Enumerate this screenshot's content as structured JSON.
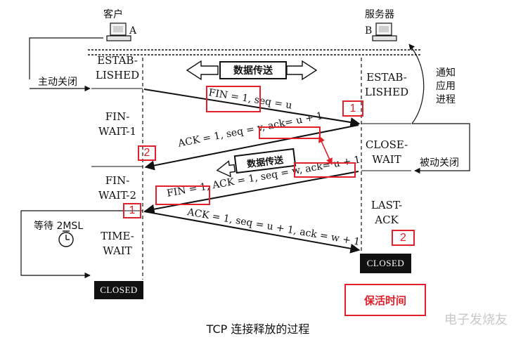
{
  "header": {
    "client": "客户",
    "server": "服务器",
    "host_a": "A",
    "host_b": "B"
  },
  "left_labels": {
    "active_close": "主动关闭",
    "wait_2msl": "等待 2MSL"
  },
  "right_labels": {
    "notify_app_line1": "通知",
    "notify_app_line2": "应用",
    "notify_app_line3": "进程",
    "passive_close": "被动关闭"
  },
  "client_states": {
    "established_1": "ESTAB-",
    "established_2": "LISHED",
    "finwait1_1": "FIN-",
    "finwait1_2": "WAIT-1",
    "finwait2_1": "FIN-",
    "finwait2_2": "WAIT-2",
    "timewait_1": "TIME-",
    "timewait_2": "WAIT",
    "closed": "CLOSED"
  },
  "server_states": {
    "established_1": "ESTAB-",
    "established_2": "LISHED",
    "closewait_1": "CLOSE-",
    "closewait_2": "WAIT",
    "lastack_1": "LAST-",
    "lastack_2": "ACK",
    "closed": "CLOSED"
  },
  "data_transfer_1": "数据传送",
  "data_transfer_2": "数据传送",
  "messages": {
    "fin1": "FIN = 1, seq = u",
    "ack1_part1": "ACK = 1, seq = v,",
    "ack1_part2": "ack= u + 1",
    "fin2_part1": "FIN = 1,",
    "fin2_part2": "ACK = 1, seq = w,",
    "fin2_part3": "ack= u + 1",
    "ack2": "ACK = 1, seq = u + 1, ack = w + 1"
  },
  "annotations": {
    "n1_server": "1",
    "n2_client": "2",
    "n1_client": "1",
    "n2_server": "2",
    "keepalive": "保活时间"
  },
  "caption": "TCP 连接释放的过程",
  "watermark": "电子发烧友",
  "colors": {
    "annotation_red": "#e0202a",
    "line": "#111111"
  }
}
